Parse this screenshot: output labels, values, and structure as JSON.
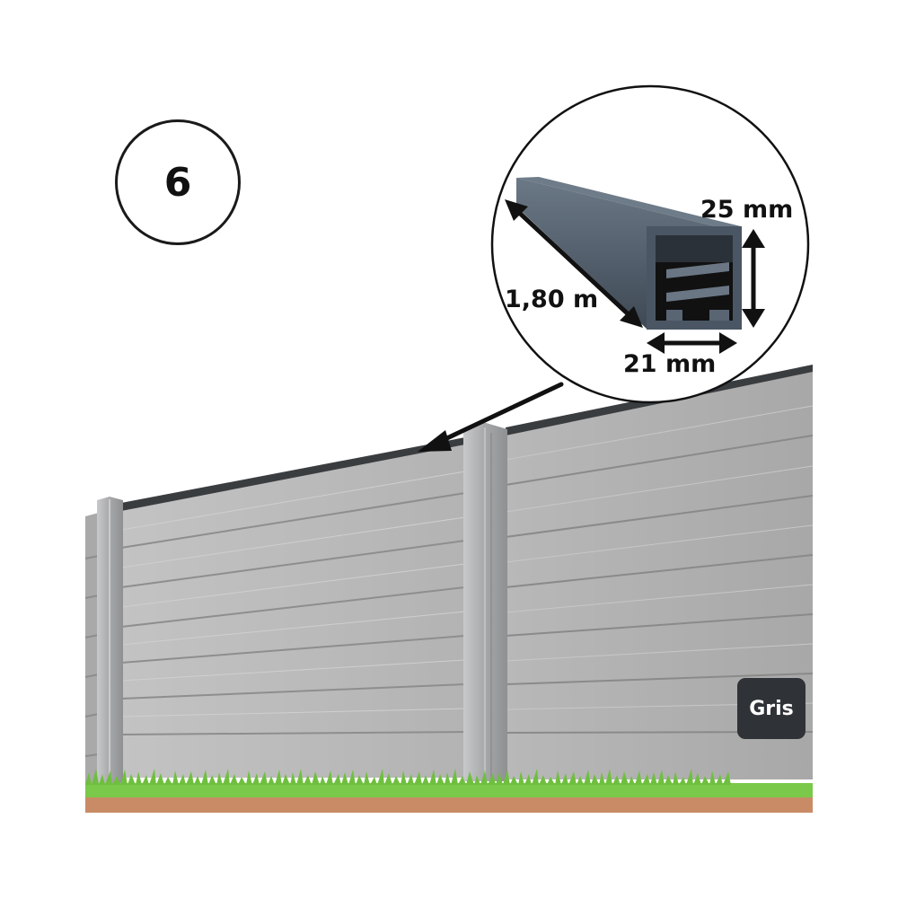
{
  "step": {
    "number": "6"
  },
  "dimensions": {
    "height": "25 mm",
    "length": "1,80 m",
    "width": "21 mm"
  },
  "color_tag": {
    "label": "Gris"
  },
  "colors": {
    "panel": "#b9b9b9",
    "post": "#a9aaab",
    "profile": "#4b5866",
    "grass": "#7ac94a",
    "soil": "#c98b66",
    "tag": "#2f3338"
  }
}
